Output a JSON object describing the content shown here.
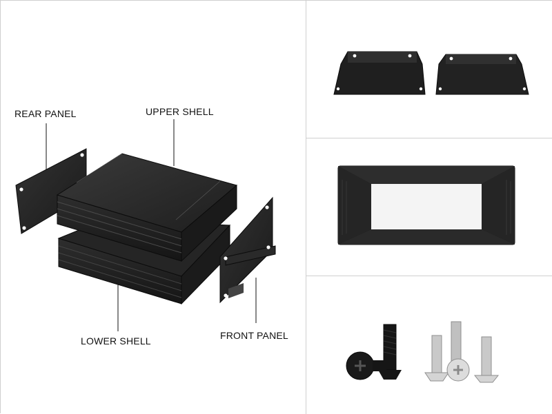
{
  "labels": {
    "rear_panel": "REAR PANEL",
    "upper_shell": "UPPER SHELL",
    "lower_shell": "LOWER SHELL",
    "front_panel": "FRONT PANEL"
  },
  "colors": {
    "metal_dark": "#1c1c1c",
    "metal_mid": "#2b2b2b",
    "metal_light": "#3a3a3a",
    "screw_black": "#161616",
    "screw_silver": "#c9c9c9",
    "divider": "#cfcfcf",
    "background": "#ffffff"
  }
}
